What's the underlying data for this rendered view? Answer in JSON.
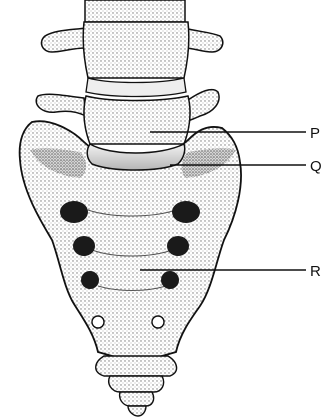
{
  "diagram": {
    "labels": {
      "p": "P",
      "q": "Q",
      "r": "R"
    }
  },
  "colors": {
    "ink": "#111111",
    "bone": "#d9d9d9",
    "shadow": "#8a8a8a",
    "background": "#ffffff"
  }
}
